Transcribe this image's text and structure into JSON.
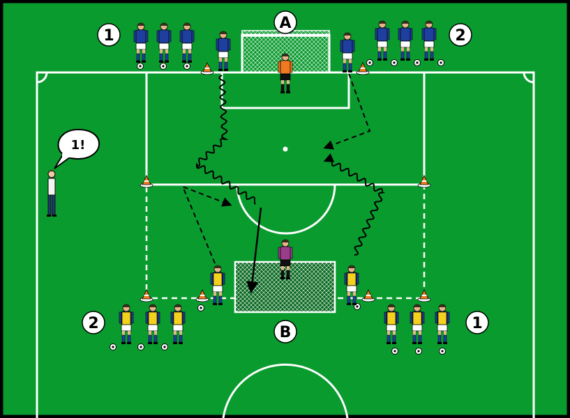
{
  "labels": {
    "goal_a": "A",
    "goal_b": "B",
    "group_top_left": "1",
    "group_top_right": "2",
    "group_bottom_left": "2",
    "group_bottom_right": "1",
    "coach_call": "1!"
  },
  "colors": {
    "pitch": "#0a9b2f",
    "lines": "#ffffff",
    "team_blue": "#1f3f9e",
    "bib_yellow": "#f2d21c",
    "keeper_orange": "#f07a22",
    "keeper_purple": "#9a3e8c",
    "cone": "#f07a22"
  }
}
